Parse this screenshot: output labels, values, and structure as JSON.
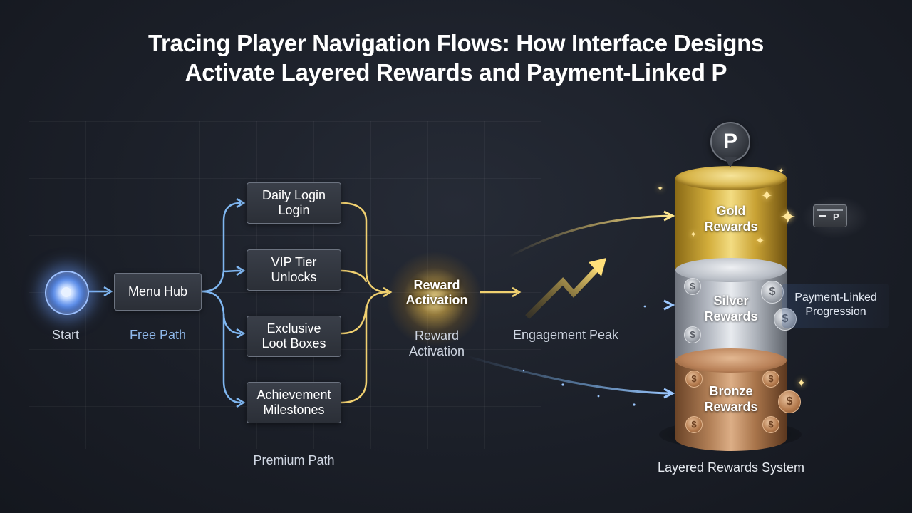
{
  "title": {
    "line1": "Tracing Player Navigation Flows: How Interface Designs",
    "line2": "Activate Layered Rewards and Payment-Linked P"
  },
  "flow": {
    "start_label": "Start",
    "free_path_label": "Free Path",
    "menu_hub_label": "Menu Hub",
    "premium_path_label": "Premium Path",
    "branches": [
      {
        "line1": "Daily Login",
        "line2": "Login"
      },
      {
        "line1": "VIP Tier",
        "line2": "Unlocks"
      },
      {
        "line1": "Exclusive",
        "line2": "Loot Boxes"
      },
      {
        "line1": "Achievement",
        "line2": "Milestones"
      }
    ],
    "activation": {
      "burst_line1": "Reward",
      "burst_line2": "Activation",
      "caption_line1": "Reward",
      "caption_line2": "Activation"
    },
    "engagement_peak_label": "Engagement Peak"
  },
  "rewards": {
    "pin_glyph": "P",
    "gold": {
      "line1": "Gold",
      "line2": "Rewards"
    },
    "silver": {
      "line1": "Silver",
      "line2": "Rewards"
    },
    "bronze": {
      "line1": "Bronze",
      "line2": "Rewards"
    },
    "card_glyph": "P",
    "coin_glyph": "$",
    "payment_linked": {
      "line1": "Payment-Linked",
      "line2": "Progression"
    },
    "system_label": "Layered Rewards System"
  },
  "colors": {
    "background": "#1b1f28",
    "free_path_line": "#7fb6f0",
    "premium_path_line": "#f0d070",
    "gold": "#d8b54a",
    "silver": "#b9bec6",
    "bronze": "#b98158",
    "node_border": "#6c7380"
  },
  "icons": [
    "start-node-icon",
    "pin-p-icon",
    "credit-card-icon",
    "coin-icon",
    "sparkle-icon",
    "trend-arrow-icon"
  ]
}
